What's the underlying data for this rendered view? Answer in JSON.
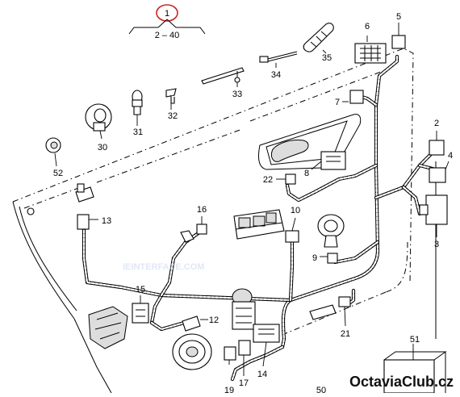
{
  "diagram": {
    "header_number": "1",
    "header_range": "2 – 40",
    "watermark": "IEINTERFACE.COM",
    "brand": "OctaviaClub.cz",
    "accent_color": "#cc2222",
    "callouts": {
      "c2": "2",
      "c3": "3",
      "c4": "4",
      "c5": "5",
      "c6": "6",
      "c7": "7",
      "c8": "8",
      "c9": "9",
      "c10": "10",
      "c12": "12",
      "c13": "13",
      "c14": "14",
      "c15": "15",
      "c16": "16",
      "c17": "17",
      "c19": "19",
      "c21": "21",
      "c22": "22",
      "c30": "30",
      "c31": "31",
      "c32": "32",
      "c33": "33",
      "c34": "34",
      "c35": "35",
      "c51": "51",
      "c52": "52",
      "c50": "50"
    }
  }
}
